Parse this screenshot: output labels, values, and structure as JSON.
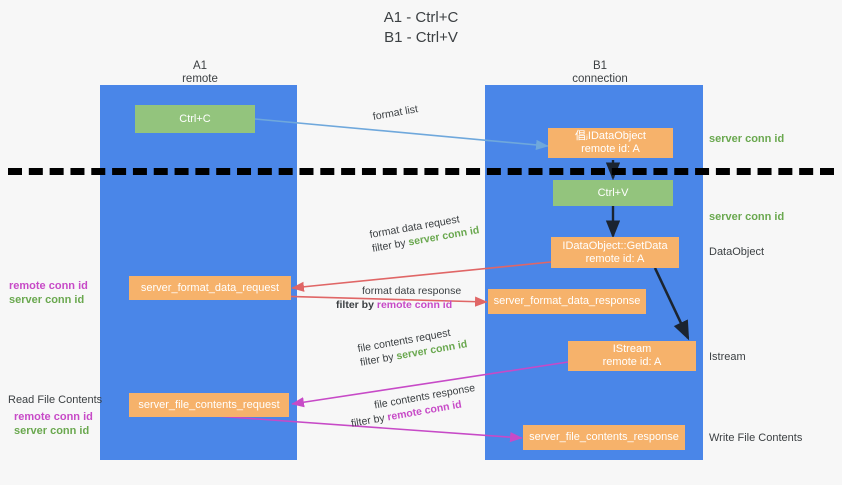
{
  "title": {
    "line1": "A1 - Ctrl+C",
    "line2": "B1 - Ctrl+V"
  },
  "columns": [
    {
      "name": "A1",
      "sub": "remote"
    },
    {
      "name": "B1",
      "sub": "connection"
    }
  ],
  "nodes": {
    "ctrl_c": "Ctrl+C",
    "ctrl_v": "Ctrl+V",
    "idataobject_title": "倡ⱼIDataObject",
    "idataobject_sub": "remote id: A",
    "getdata_title": "IDataObject::GetData",
    "getdata_sub": "remote id: A",
    "istream_title": "IStream",
    "istream_sub": "remote id: A",
    "server_format_data_request": "server_format_data_request",
    "server_format_data_response": "server_format_data_response",
    "server_file_contents_request": "server_file_contents_request",
    "server_file_contents_response": "server_file_contents_response"
  },
  "edges": {
    "format_list": "format list",
    "format_data_request": "format data request",
    "format_data_response": "format data response",
    "file_contents_request": "file contents request",
    "file_contents_response": "file contents response",
    "filter_by": "filter by",
    "server_conn_id": "server conn id",
    "remote_conn_id": "remote conn id"
  },
  "annotations": {
    "server_conn_id_top": "server conn id",
    "server_conn_id_mid": "server conn id",
    "dataobject": "DataObject",
    "istream": "Istream",
    "write_file_contents": "Write File Contents",
    "read_file_contents": "Read File Contents",
    "remote_conn_id": "remote conn id",
    "server_conn_id": "server conn id"
  },
  "colors": {
    "lane": "#4a86e8",
    "green_box": "#93c47d",
    "orange_box": "#f6b26b",
    "server_green": "#6aa84f",
    "remote_magenta": "#c74ac7",
    "arrow_blue": "#6fa8dc",
    "arrow_red": "#e06666",
    "arrow_magenta": "#c74ac7",
    "arrow_dark": "#1b2430",
    "background": "#f7f7f7"
  }
}
